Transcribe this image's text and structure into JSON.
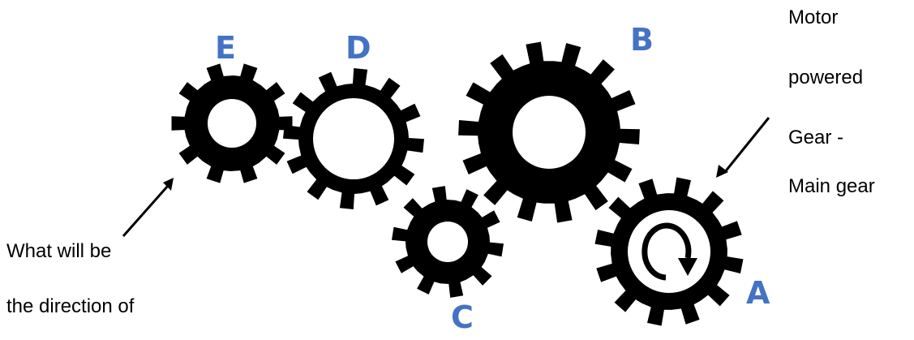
{
  "colors": {
    "gear": "#000000",
    "label": "#4472c4",
    "text": "#000000",
    "background": "#ffffff"
  },
  "gears": [
    {
      "id": "E",
      "label": "E"
    },
    {
      "id": "D",
      "label": "D"
    },
    {
      "id": "B",
      "label": "B"
    },
    {
      "id": "C",
      "label": "C"
    },
    {
      "id": "A",
      "label": "A"
    }
  ],
  "motor_note": {
    "line1": "Motor",
    "line2": "powered",
    "line3": "Gear -",
    "line4": "Main gear"
  },
  "question": {
    "line1": "What will be",
    "line2": "the direction of"
  },
  "icons": {
    "rotation": "clockwise-rotation-arrow-icon",
    "pointer": "arrow-icon"
  }
}
